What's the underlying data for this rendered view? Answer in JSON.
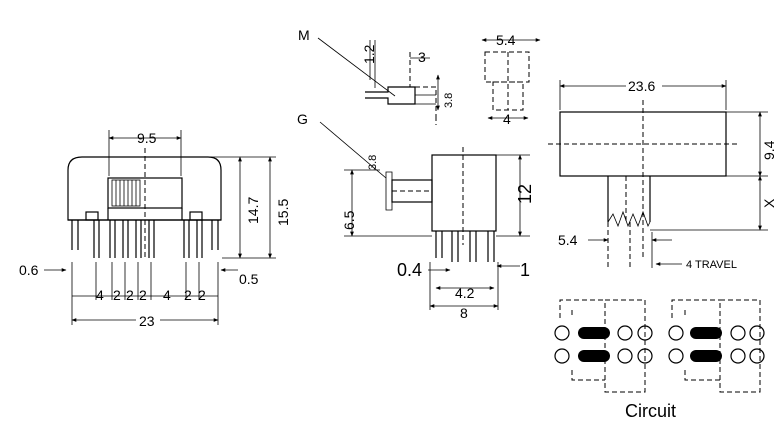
{
  "labels": {
    "front": {
      "w95": "9.5",
      "h147": "14.7",
      "h155": "15.5",
      "d06": "0.6",
      "d05": "0.5",
      "p1": "4",
      "p2": "2",
      "p3": "2",
      "p4": "2",
      "p5": "4",
      "p6": "2",
      "p7": "2",
      "w23": "23"
    },
    "side": {
      "M": "M",
      "G": "G",
      "d12": "1.2",
      "d3": "3",
      "d38a": "3.8",
      "d38b": "3.8",
      "d65": "6.5",
      "d12h": "12",
      "d04": "0.4",
      "d42": "4.2",
      "d8": "8",
      "d1": "1"
    },
    "top": {
      "d54": "5.4",
      "d4": "4"
    },
    "right": {
      "d236": "23.6",
      "d94": "9.4",
      "x": "X",
      "d54": "5.4",
      "travel": "4 TRAVEL"
    },
    "circuit": "Circuit"
  }
}
